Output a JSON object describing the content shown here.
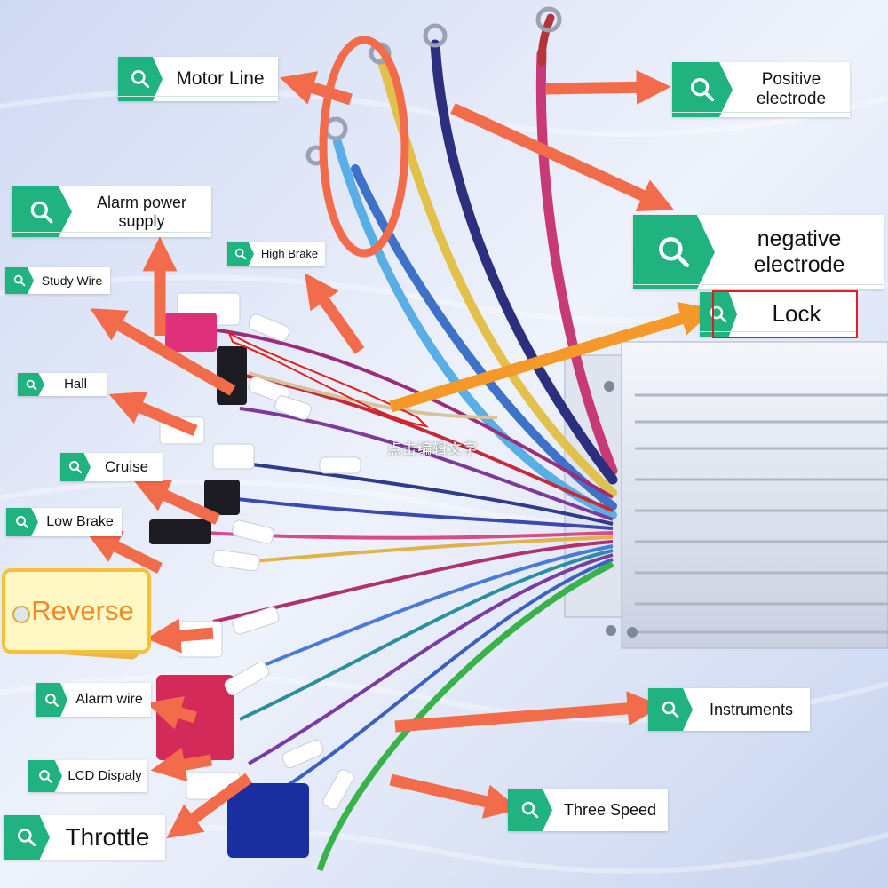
{
  "labels": {
    "motor_line": "Motor Line",
    "positive_electrode": "Positive\nelectrode",
    "alarm_power_supply": "Alarm power\nsupply",
    "high_brake": "High Brake",
    "negative_electrode": "negative\nelectrode",
    "study_wire": "Study Wire",
    "lock": "Lock",
    "hall": "Hall",
    "cruise": "Cruise",
    "low_brake": "Low Brake",
    "reverse": "Reverse",
    "alarm_wire": "Alarm wire",
    "instruments": "Instruments",
    "lcd_display": "LCD Dispaly",
    "three_speed": "Three Speed",
    "throttle": "Throttle"
  },
  "overlay_note": "点击编辑文字",
  "colors": {
    "tag_green": "#21b37f",
    "arrow_coral": "#f26b4a",
    "arrow_orange": "#f59a2a",
    "highlight_red": "#e02020",
    "reverse_text": "#f08a24"
  },
  "icons": {
    "tag_icon": "search-icon"
  }
}
